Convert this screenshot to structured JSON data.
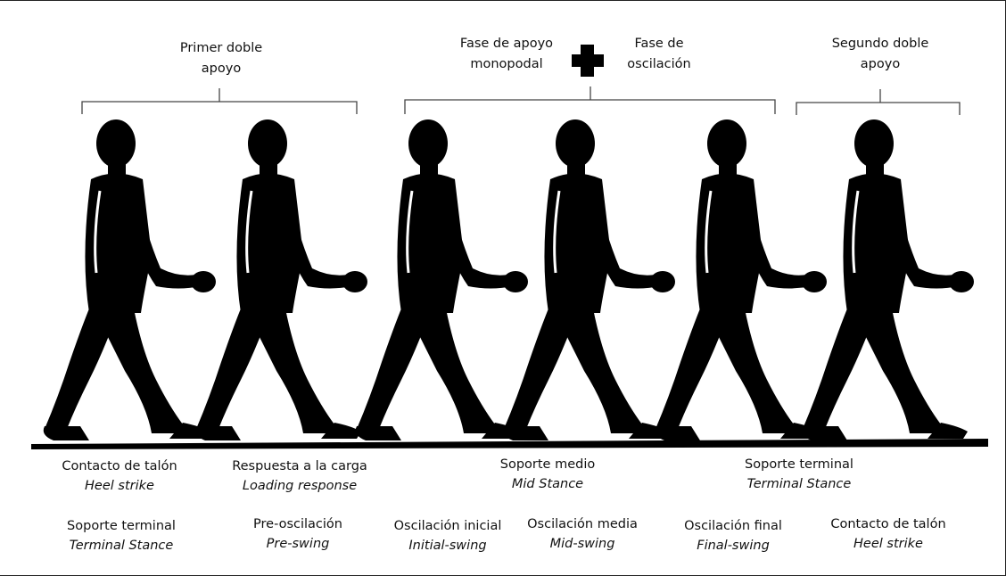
{
  "phases": {
    "first_double": "Primer doble\napoyo",
    "single_support": "Fase de apoyo\nmonopodal",
    "swing": "Fase de\noscilación",
    "second_double": "Segundo doble\napoyo"
  },
  "row1": [
    {
      "es": "Contacto de talón",
      "en": "Heel strike"
    },
    {
      "es": "Respuesta a la carga",
      "en": "Loading response"
    },
    {
      "es": "Soporte medio",
      "en": "Mid Stance"
    },
    {
      "es": "Soporte terminal",
      "en": "Terminal Stance"
    }
  ],
  "row2": [
    {
      "es": "Soporte terminal",
      "en": "Terminal Stance"
    },
    {
      "es": "Pre-oscilación",
      "en": "Pre-swing"
    },
    {
      "es": "Oscilación inicial",
      "en": "Initial-swing"
    },
    {
      "es": "Oscilación media",
      "en": "Mid-swing"
    },
    {
      "es": "Oscilación final",
      "en": "Final-swing"
    },
    {
      "es": "Contacto de talón",
      "en": "Heel strike"
    }
  ]
}
